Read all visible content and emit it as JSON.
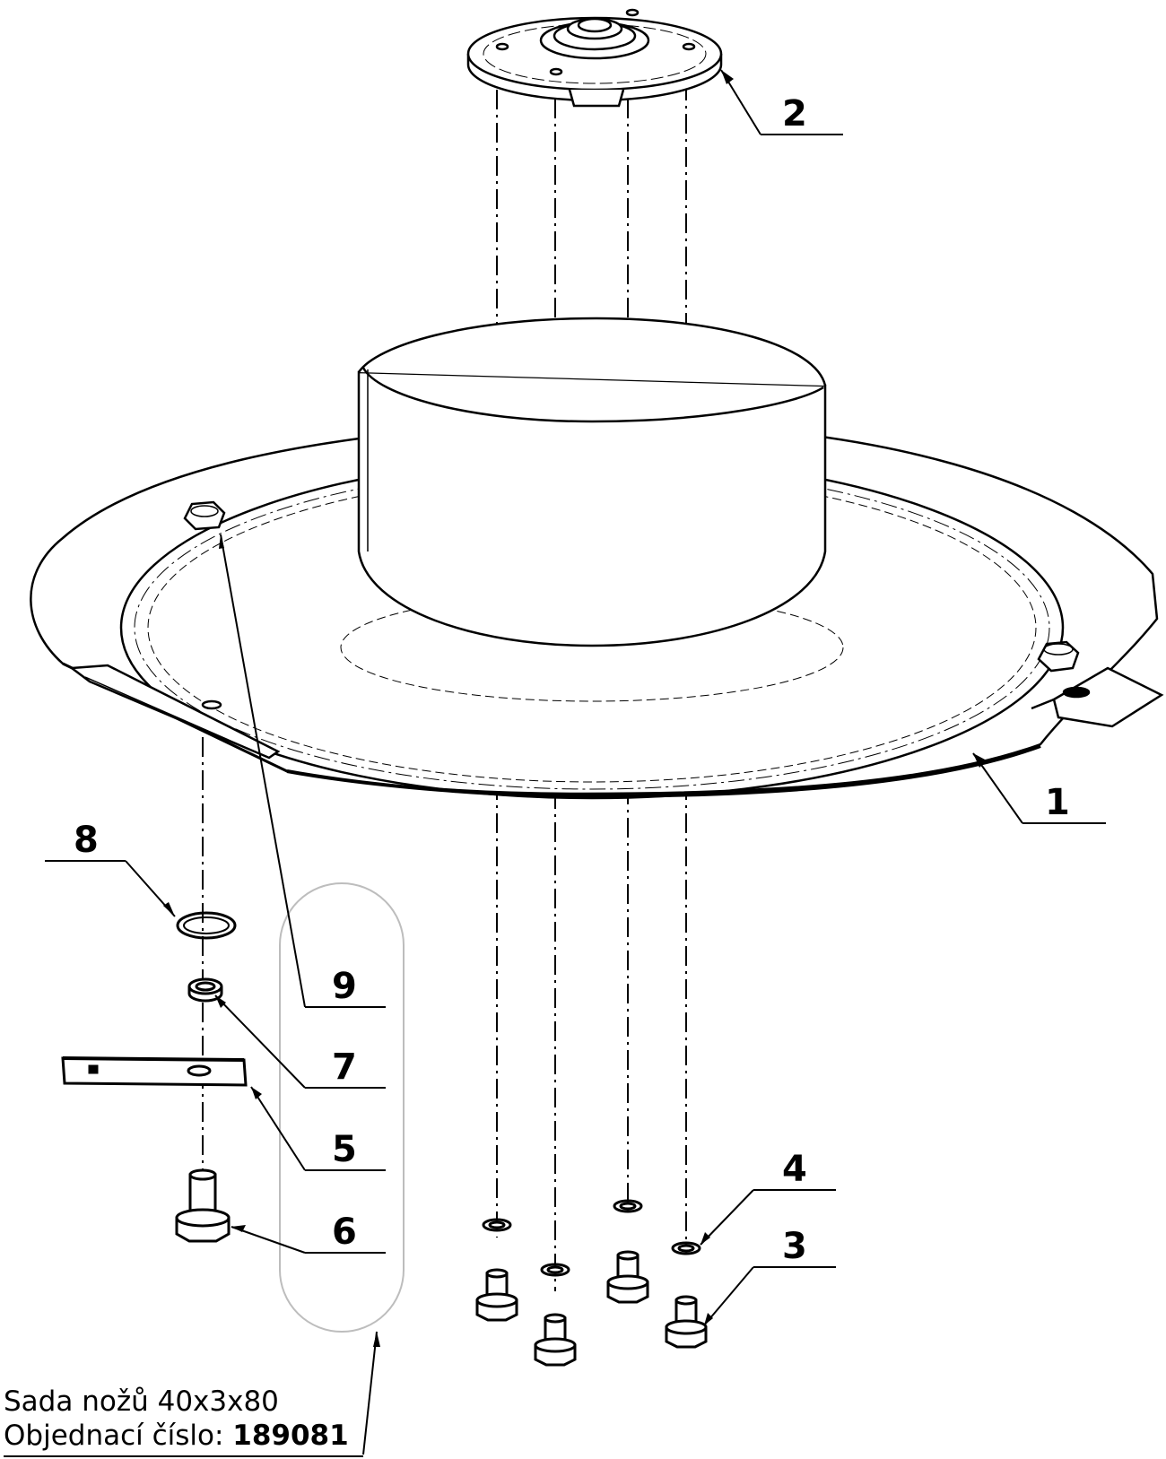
{
  "callouts": [
    {
      "id": "1",
      "label": "1"
    },
    {
      "id": "2",
      "label": "2"
    },
    {
      "id": "3",
      "label": "3"
    },
    {
      "id": "4",
      "label": "4"
    },
    {
      "id": "5",
      "label": "5"
    },
    {
      "id": "6",
      "label": "6"
    },
    {
      "id": "7",
      "label": "7"
    },
    {
      "id": "8",
      "label": "8"
    },
    {
      "id": "9",
      "label": "9"
    }
  ],
  "note": {
    "line1": "Sada nožů 40x3x80",
    "line2_prefix": "Objednací číslo: ",
    "order_number": "189081"
  },
  "colors": {
    "ink": "#000000",
    "hidden_outline": "#bdbdbd",
    "paper": "#ffffff"
  }
}
